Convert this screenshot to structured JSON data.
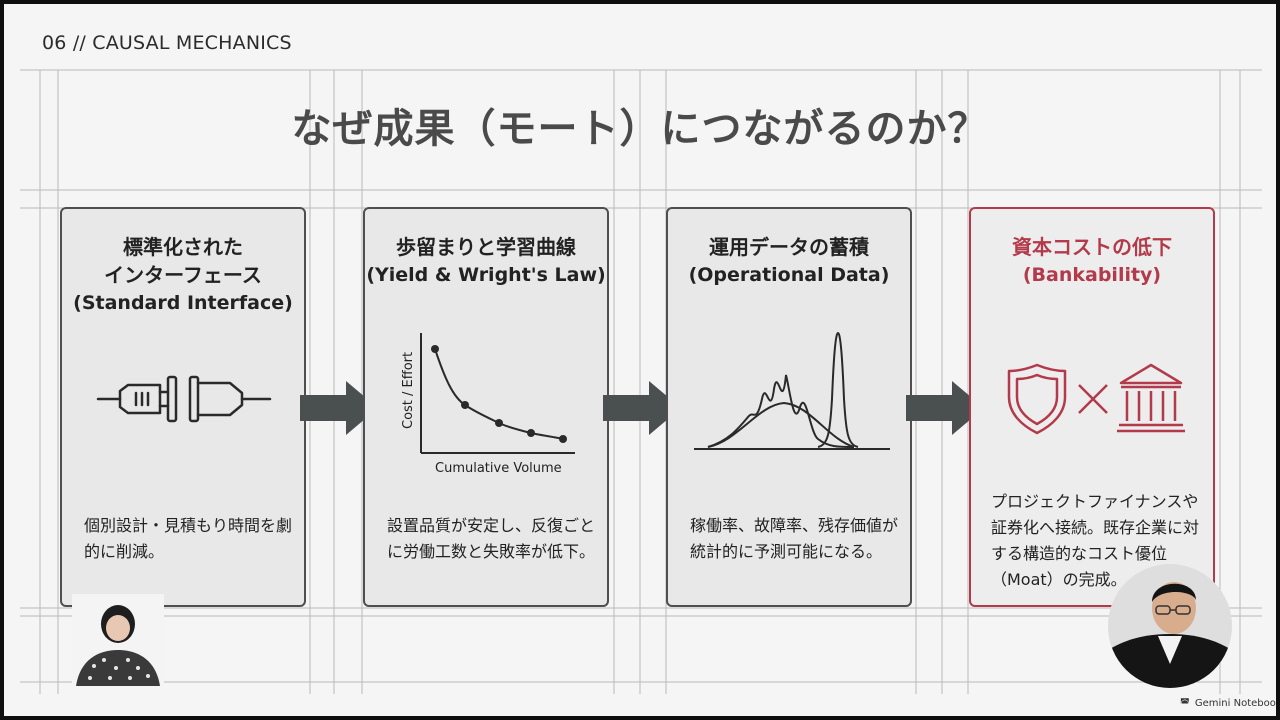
{
  "header": {
    "section_label": "06 // CAUSAL MECHANICS",
    "title": "なぜ成果（モート）につながるのか？"
  },
  "cards": [
    {
      "title_ja_1": "標準化された",
      "title_ja_2": "インターフェース",
      "title_en": "(Standard Interface)",
      "icon": "plug-icon",
      "description": "個別設計・見積もり時間を劇的に削減。"
    },
    {
      "title_ja": "歩留まりと学習曲線",
      "title_en": "(Yield & Wright's Law)",
      "icon": "learning-curve-chart-icon",
      "chart": {
        "xlabel": "Cumulative Volume",
        "ylabel": "Cost / Effort"
      },
      "description": "設置品質が安定し、反復ごとに労働工数と失敗率が低下。"
    },
    {
      "title_ja": "運用データの蓄積",
      "title_en": "(Operational Data)",
      "icon": "distribution-curve-icon",
      "description": "稼働率、故障率、残存価値が統計的に予測可能になる。"
    },
    {
      "title_ja": "資本コストの低下",
      "title_en": "(Bankability)",
      "icon": "shield-times-bank-icon",
      "description": "プロジェクトファイナンスや証券化へ接続。既存企業に対する構造的なコスト優位（Moat）の完成。"
    }
  ],
  "brand": {
    "label": "Gemini Notebook"
  },
  "colors": {
    "accent": "#b23a4a",
    "card_border": "#4f4f4f",
    "arrow": "#4a4f4f",
    "background": "#f5f5f5"
  }
}
